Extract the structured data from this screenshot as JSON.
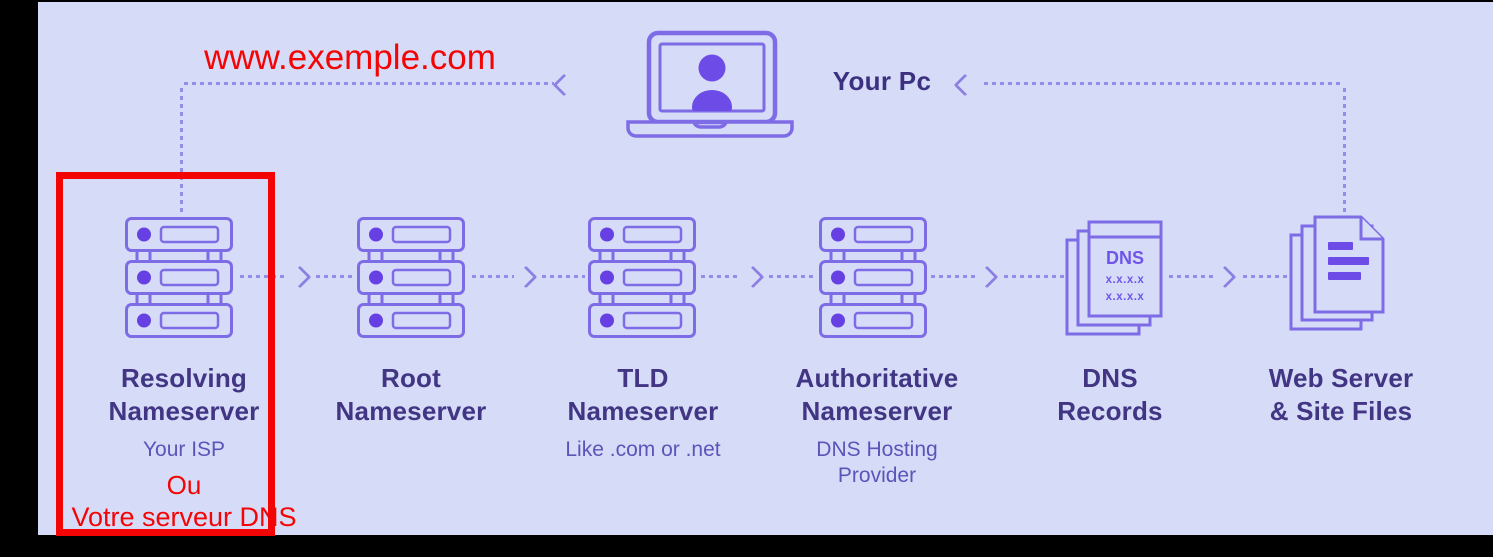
{
  "diagram": {
    "description": "DNS resolution flow diagram with red training annotations",
    "pc": {
      "label": "Your Pc"
    },
    "annotations": {
      "url": "www.exemple.com",
      "or_text": "Ou",
      "alt_server_text": "Votre serveur DNS"
    },
    "nodes": [
      {
        "id": "resolving",
        "title1": "Resolving",
        "title2": "Nameserver",
        "subtitle1": "Your ISP"
      },
      {
        "id": "root",
        "title1": "Root",
        "title2": "Nameserver"
      },
      {
        "id": "tld",
        "title1": "TLD",
        "title2": "Nameserver",
        "subtitle1": "Like .com or .net"
      },
      {
        "id": "authoritative",
        "title1": "Authoritative",
        "title2": "Nameserver",
        "subtitle1": "DNS Hosting",
        "subtitle2": "Provider"
      },
      {
        "id": "dns-records",
        "title1": "DNS",
        "title2": "Records"
      },
      {
        "id": "web-server",
        "title1": "Web Server",
        "title2": "& Site Files"
      }
    ],
    "dns_card": {
      "title": "DNS",
      "row1": "x.x.x.x",
      "row2": "x.x.x.x"
    },
    "colors": {
      "background": "#d6dcf8",
      "icon_outline": "#7e6ce6",
      "icon_fill_accent": "#6640e2",
      "label_text": "#413584",
      "subtitle_text": "#5d53b8",
      "dotted_line": "#958be8",
      "annotation_red": "#f40505",
      "frame_black": "#000000"
    }
  }
}
